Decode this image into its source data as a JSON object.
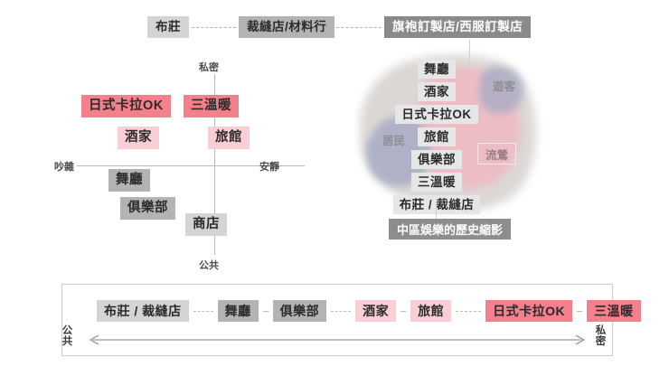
{
  "top_chain": {
    "items": [
      {
        "label": "布莊",
        "style": "g-light"
      },
      {
        "label": "裁縫店/材料行",
        "style": "g-mid"
      },
      {
        "label": "旗袍訂製店/西服訂製店",
        "style": "g-dark"
      }
    ]
  },
  "quadrant": {
    "axes": {
      "top": "私密",
      "bottom": "公共",
      "left": "吵雜",
      "right": "安靜"
    },
    "items": [
      {
        "label": "日式卡拉OK",
        "style": "p-strong"
      },
      {
        "label": "三溫暖",
        "style": "p-strong"
      },
      {
        "label": "酒家",
        "style": "p-light"
      },
      {
        "label": "旅館",
        "style": "p-light"
      },
      {
        "label": "舞廳",
        "style": "g-mid"
      },
      {
        "label": "俱樂部",
        "style": "g-mid"
      },
      {
        "label": "商店",
        "style": "g-light"
      }
    ]
  },
  "blobs": {
    "groups": [
      {
        "label": "居民",
        "color": "#a9aec6"
      },
      {
        "label": "遊客",
        "color": "#a8abc4"
      }
    ],
    "street_label": "流鶯",
    "items": [
      "舞廳",
      "酒家",
      "日式卡拉OK",
      "旅館",
      "俱樂部",
      "三溫暖",
      "布莊 / 裁縫店"
    ],
    "caption": "中區娛樂的歷史縮影",
    "colors": {
      "backdrop": "#d8d4d2",
      "pink": "#efbcc4",
      "blue": "#a9aec6"
    }
  },
  "spectrum": {
    "left_end": "公共",
    "right_end": "私密",
    "items": [
      {
        "label": "布莊 / 裁縫店",
        "style": "g-light"
      },
      {
        "label": "舞廳",
        "style": "g-mid"
      },
      {
        "label": "俱樂部",
        "style": "g-mid"
      },
      {
        "label": "酒家",
        "style": "p-light"
      },
      {
        "label": "旅館",
        "style": "p-light"
      },
      {
        "label": "日式卡拉OK",
        "style": "p-strong"
      },
      {
        "label": "三溫暖",
        "style": "p-strong"
      }
    ]
  }
}
